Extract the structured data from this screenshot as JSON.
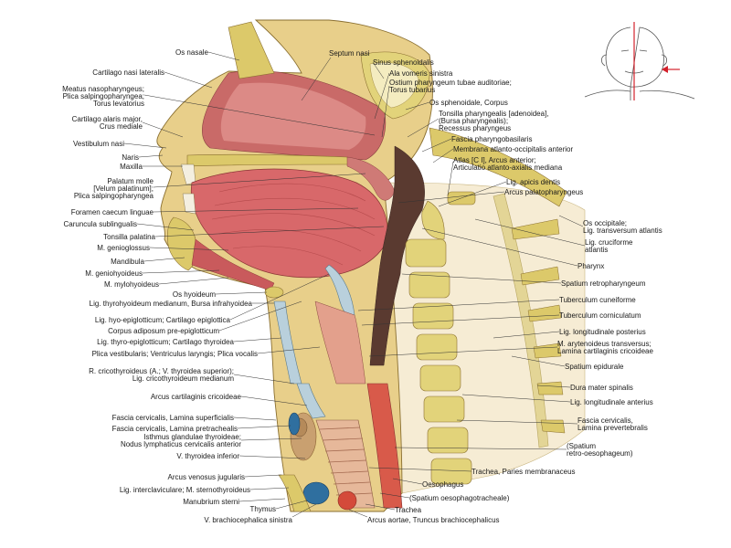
{
  "colors": {
    "skin": "#e8cf8a",
    "bone": "#dcc96a",
    "cartilage": "#b9d0dc",
    "muscle": "#d8686a",
    "mucosa": "#e09a8e",
    "cavity": "#f3e6bf",
    "nerve": "#e3d596",
    "blood": "#d44a3a",
    "vein": "#2f6f9f",
    "dark": "#5a3a30"
  },
  "labels": {
    "os_nasale": "Os nasale",
    "septum_nasi": "Septum nasi",
    "sinus_sphenoidalis": "Sinus sphenoidalis",
    "cartilago_nasi_lateralis": "Cartilago nasi lateralis",
    "ala_vomeris_sinistra": "Ala vomeris sinistra",
    "ostium_pharyngeum_1": "Ostium pharyngeum tubae auditoriae;",
    "ostium_pharyngeum_2": "Torus tubarius",
    "meatus_1": "Meatus nasopharyngeus;",
    "meatus_2": "Plica salpingopharyngea;",
    "meatus_3": "Torus levatorius",
    "os_sphenoidale": "Os sphenoidale, Corpus",
    "cartilago_alaris_1": "Cartilago alaris major,",
    "cartilago_alaris_2": "Crus mediale",
    "tonsilla_pharyngealis_1": "Tonsilla pharyngealis [adenoidea],",
    "tonsilla_pharyngealis_2": "(Bursa pharyngealis);",
    "tonsilla_pharyngealis_3": "Recessus pharyngeus",
    "fascia_pharyngobasilaris": "Fascia pharyngobasilaris",
    "vestibulum_nasi": "Vestibulum nasi",
    "membrana_atlanto": "Membrana atlanto-occipitalis anterior",
    "naris": "Naris",
    "atlas_1": "Atlas [C I], Arcus anterior;",
    "atlas_2": "Articulatio atlanto-axialis mediana",
    "maxilla": "Maxilla",
    "palatum_molle_1": "Palatum molle",
    "palatum_molle_2": "[Velum palatinum];",
    "palatum_molle_3": "Plica salpingopharyngea",
    "lig_apicis_dentis": "Lig. apicis dentis",
    "arcus_palatopharyngeus": "Arcus palatopharyngeus",
    "foramen_caecum": "Foramen caecum linguae",
    "caruncula_sublingualis": "Caruncula sublingualis",
    "os_occipitale_1": "Os occipitale;",
    "os_occipitale_2": "Lig. transversum atlantis",
    "tonsilla_palatina": "Tonsilla palatina",
    "m_genioglossus": "M. genioglossus",
    "lig_cruciforme_1": "Lig. cruciforme",
    "lig_cruciforme_2": "atlantis",
    "mandibula": "Mandibula",
    "pharynx": "Pharynx",
    "m_geniohyoideus": "M. geniohyoideus",
    "spatium_retropharyngeum": "Spatium retropharyngeum",
    "m_mylohyoideus": "M. mylohyoideus",
    "os_hyoideum": "Os hyoideum",
    "tuberculum_cuneiforme": "Tuberculum cuneiforme",
    "lig_thyrohyoideum": "Lig. thyrohyoideum medianum, Bursa infrahyoidea",
    "tuberculum_corniculatum": "Tuberculum corniculatum",
    "lig_hyoepiglotticum": "Lig. hyo-epiglotticum; Cartilago epiglottica",
    "corpus_adiposum": "Corpus adiposum pre-epiglotticum",
    "lig_longitudinale_posterius": "Lig. longitudinale posterius",
    "lig_thyroepiglotticum": "Lig. thyro-epiglotticum; Cartilago thyroidea",
    "m_arytenoideus_1": "M. arytenoideus transversus;",
    "m_arytenoideus_2": "Lamina cartilaginis cricoideae",
    "plica_vestibularis": "Plica vestibularis; Ventriculus laryngis; Plica vocalis",
    "spatium_epidurale": "Spatium epidurale",
    "r_cricothyroideus_1": "R. cricothyroideus (A.; V. thyroidea superior);",
    "r_cricothyroideus_2": "Lig. cricothyroideum medianum",
    "dura_mater_spinalis": "Dura mater spinalis",
    "arcus_cartilaginis": "Arcus cartilaginis cricoideae",
    "lig_longitudinale_anterius": "Lig. longitudinale anterius",
    "fascia_superficialis": "Fascia cervicalis, Lamina superficialis",
    "fascia_prevertebralis_1": "Fascia cervicalis,",
    "fascia_prevertebralis_2": "Lamina prevertebralis",
    "fascia_pretrachealis": "Fascia cervicalis, Lamina pretrachealis",
    "isthmus_1": "Isthmus glandulae thyroideae;",
    "isthmus_2": "Nodus lymphaticus cervicalis anterior",
    "spatium_retro_1": "(Spatium",
    "spatium_retro_2": "retro-oesophageum)",
    "v_thyroidea_inferior": "V. thyroidea inferior",
    "trachea_paries": "Trachea, Paries membranaceus",
    "arcus_venosus_jugularis": "Arcus venosus jugularis",
    "oesophagus": "Oesophagus",
    "lig_interclaviculare": "Lig. interclaviculare; M. sternothyroideus",
    "spatium_oesophagotracheale": "(Spatium oesophagotracheale)",
    "manubrium_sterni": "Manubrium sterni",
    "trachea": "Trachea",
    "thymus": "Thymus",
    "v_brachiocephalica": "V. brachiocephalica sinistra",
    "arcus_aortae": "Arcus aortae, Truncus brachiocephalicus"
  }
}
